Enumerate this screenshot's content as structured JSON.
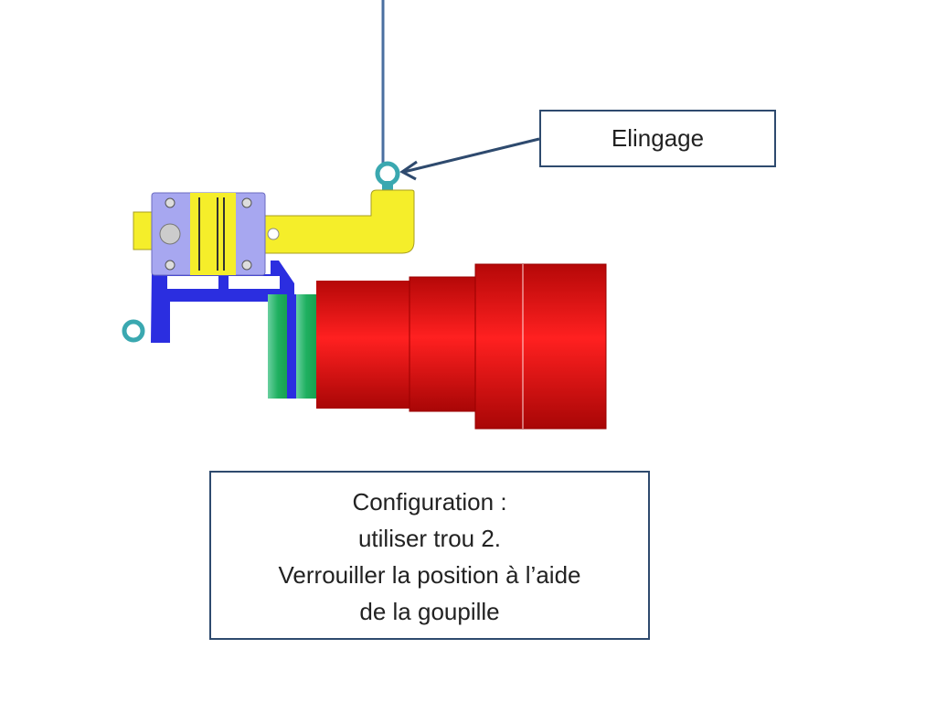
{
  "label": {
    "text": "Elingage"
  },
  "config": {
    "lines": [
      "Configuration :",
      "utiliser trou 2.",
      "Verrouiller la position à l’aide",
      "de la goupille"
    ]
  },
  "colors": {
    "arm": "#f5ee2a",
    "bracket": "#2b2ee0",
    "plate": "#a7a7f0",
    "body": "#e01010",
    "ring": "#1fb060",
    "eyebolt": "#3aa8b0",
    "line": "#2e4a6e"
  }
}
